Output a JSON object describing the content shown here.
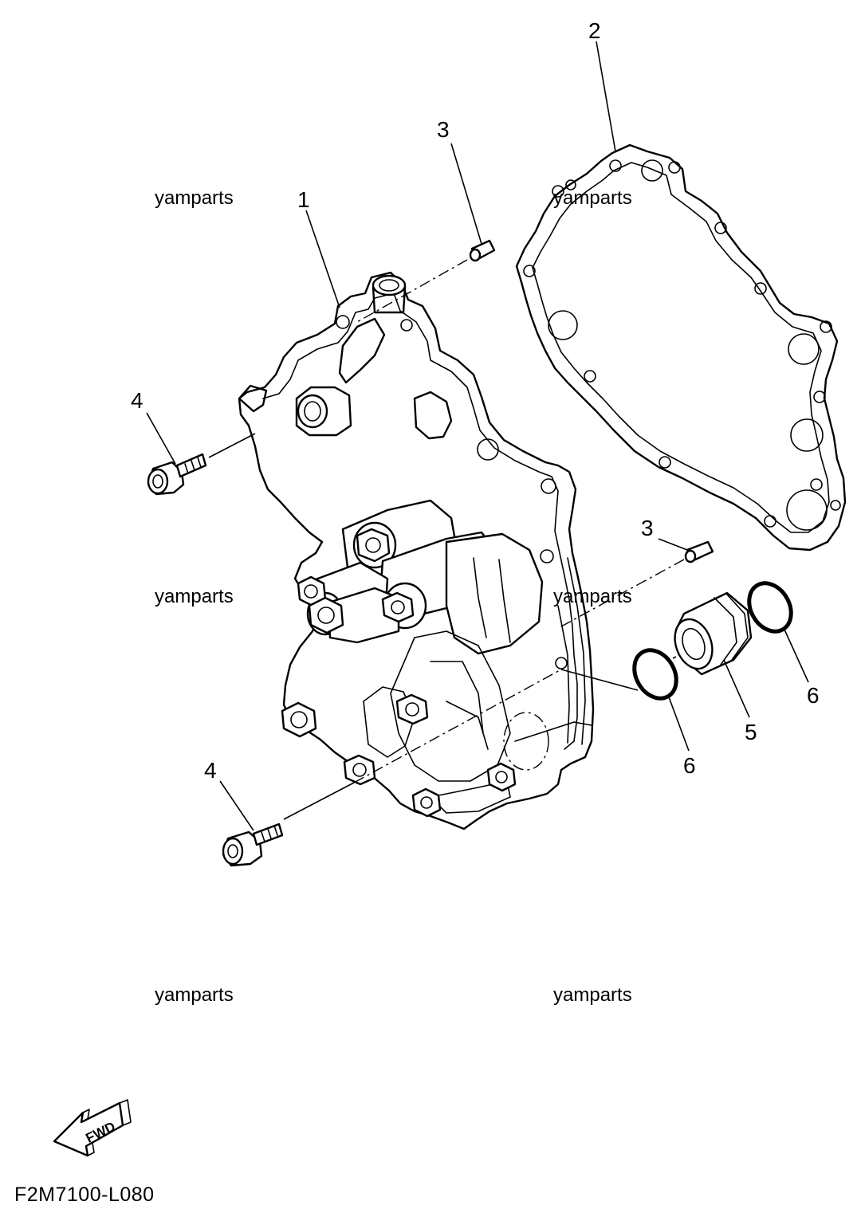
{
  "callouts": {
    "c1": "1",
    "c2": "2",
    "c3a": "3",
    "c3b": "3",
    "c4a": "4",
    "c4b": "4",
    "c5": "5",
    "c6a": "6",
    "c6b": "6"
  },
  "watermarks": [
    "yamparts",
    "yamparts",
    "yamparts",
    "yamparts",
    "yamparts",
    "yamparts"
  ],
  "fwd_label": "FWD",
  "diagram_code": "F2M7100-L080"
}
